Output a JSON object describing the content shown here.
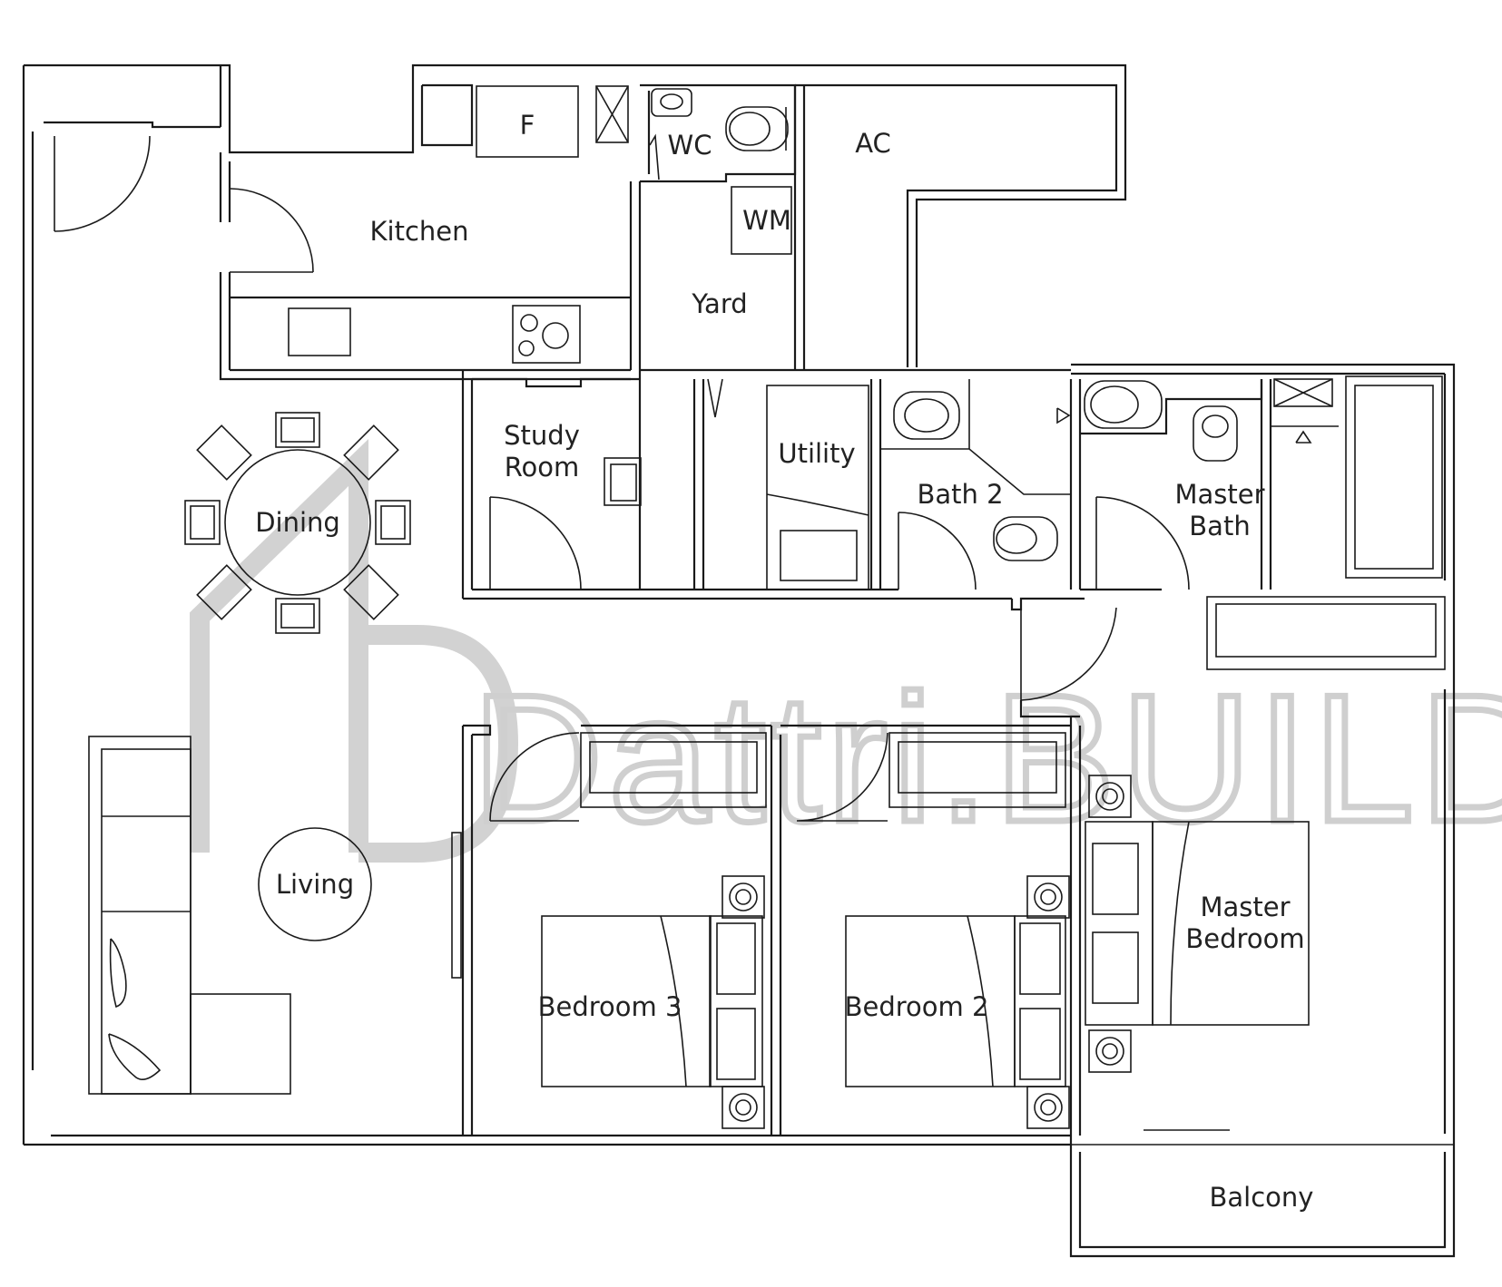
{
  "watermark": {
    "text": "Dattri.BUILD"
  },
  "rooms": {
    "kitchen": "Kitchen",
    "fridge": "F",
    "wc": "WC",
    "ac": "AC",
    "washing_machine": "WM",
    "yard": "Yard",
    "study_line1": "Study",
    "study_line2": "Room",
    "utility": "Utility",
    "bath2": "Bath 2",
    "master_bath_line1": "Master",
    "master_bath_line2": "Bath",
    "dining": "Dining",
    "living": "Living",
    "bedroom3": "Bedroom 3",
    "bedroom2": "Bedroom 2",
    "master_bedroom_line1": "Master",
    "master_bedroom_line2": "Bedroom",
    "balcony": "Balcony"
  }
}
